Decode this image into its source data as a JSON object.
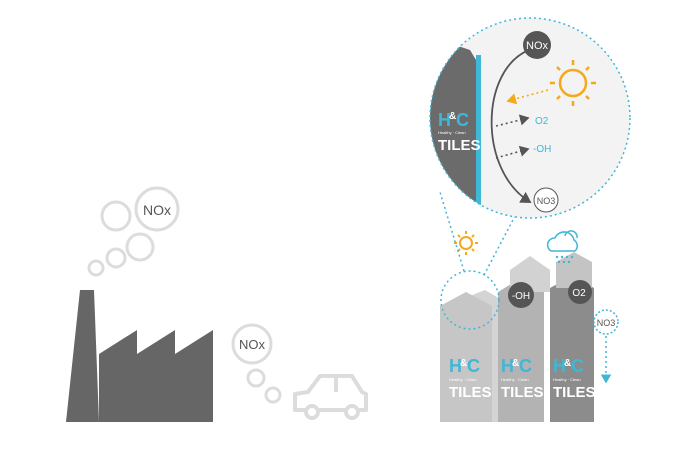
{
  "colors": {
    "factory": "#666666",
    "smoke": "#d9d9d9",
    "car": "#dcdcdc",
    "accent_cyan": "#3fb7d6",
    "sun_orange": "#f5a91a",
    "tile_light": "#c8c8c8",
    "tile_mid": "#b0b0b0",
    "tile_dark": "#8a8a8a",
    "zoom_bg": "#f3f3f3",
    "dark_gray": "#555555"
  },
  "labels": {
    "factory_nox": "NOx",
    "car_nox": "NOx",
    "zoom_nox": "NOx",
    "zoom_no3": "NO3",
    "zoom_o2": "O2",
    "zoom_oh": "-OH",
    "tower_oh": "-OH",
    "tower_o2": "O2",
    "tower_no3": "NO3"
  },
  "brand": {
    "hc_h": "H",
    "hc_amp": "&",
    "hc_c": "C",
    "sub": "Healthy · Clean",
    "tiles": "TILES"
  },
  "icons": [
    "factory-icon",
    "smoke-bubbles",
    "car-icon",
    "sun-icon",
    "cloud-rain-icon",
    "building-tiles-icon",
    "magnifier-zoom-circle"
  ]
}
